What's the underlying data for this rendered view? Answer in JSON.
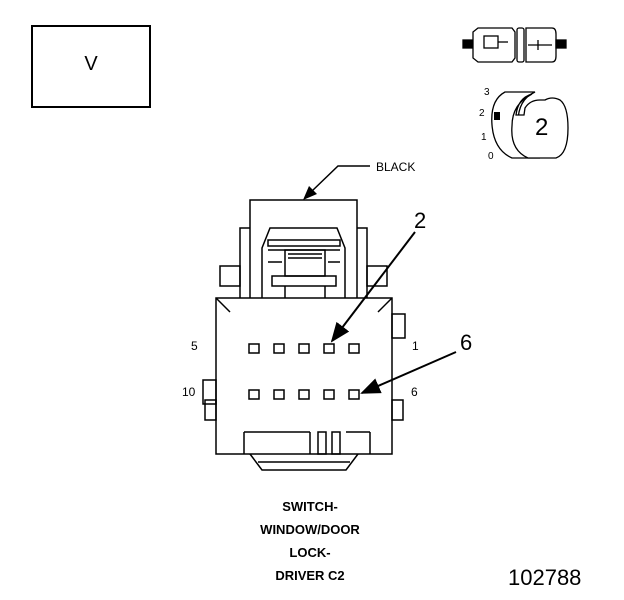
{
  "view_label": "V",
  "top_icon": {
    "positions": [
      "3",
      "2",
      "1",
      "0"
    ],
    "selected_number": "2"
  },
  "wire_color_label": "BLACK",
  "pin_labels": {
    "top_left": "5",
    "top_right": "1",
    "bottom_left": "10",
    "bottom_right": "6"
  },
  "callouts": [
    "2",
    "6"
  ],
  "caption_lines": [
    "SWITCH-",
    "WINDOW/DOOR",
    "LOCK-",
    "DRIVER C2"
  ],
  "figure_number": "102788"
}
